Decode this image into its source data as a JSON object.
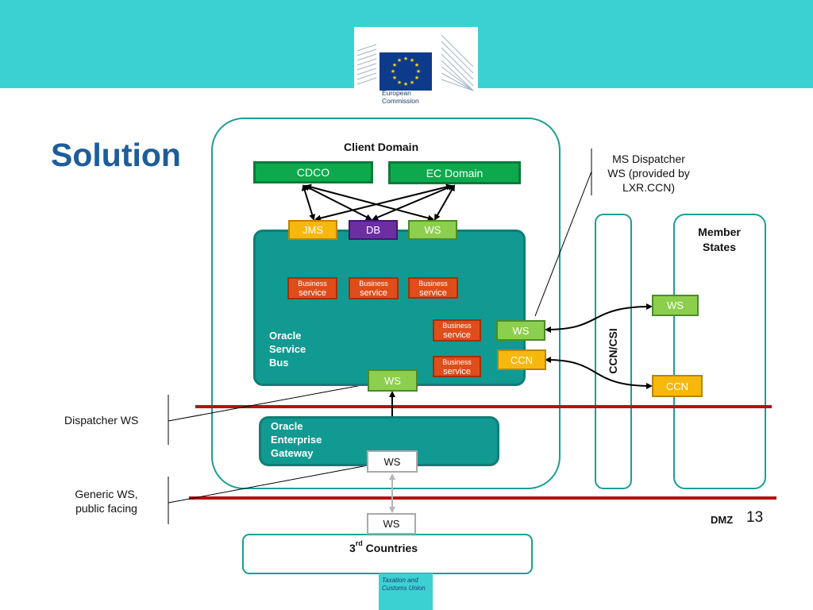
{
  "header": {
    "logo_line1": "European",
    "logo_line2": "Commission",
    "colors": {
      "bar": "#3bd1d3",
      "flag": "#0e3a8c",
      "stars": "#ffdd00"
    }
  },
  "slide": {
    "title": "Solution",
    "page_number": "13",
    "dmz_label": "DMZ"
  },
  "client_domain": {
    "title": "Client Domain",
    "cdco": "CDCO",
    "ec_domain": "EC Domain",
    "jms": "JMS",
    "db": "DB",
    "ws": "WS",
    "business_service_line1": "Business",
    "business_service_line2": "service",
    "osb_line1": "Oracle",
    "osb_line2": "Service",
    "osb_line3": "Bus",
    "ws_right": "WS",
    "ccn_right": "CCN",
    "dispatcher_ws": "WS",
    "oeg_line1": "Oracle",
    "oeg_line2": "Enterprise",
    "oeg_line3": "Gateway",
    "gateway_ws": "WS"
  },
  "callouts": {
    "ms_dispatcher_line1": "MS Dispatcher",
    "ms_dispatcher_line2": "WS (provided by",
    "ms_dispatcher_line3": "LXR.CCN)",
    "dispatcher_ws": "Dispatcher WS",
    "generic_ws_line1": "Generic WS,",
    "generic_ws_line2": "public facing"
  },
  "ccn_csi": {
    "label": "CCN/CSI"
  },
  "member_states": {
    "title_line1": "Member",
    "title_line2": "States",
    "ws": "WS",
    "ccn": "CCN"
  },
  "third_countries": {
    "ws": "WS",
    "title_prefix": "3",
    "title_sup": "rd",
    "title_suffix": " Countries"
  },
  "footer": {
    "line1": "Taxation and",
    "line2": "Customs Union"
  }
}
